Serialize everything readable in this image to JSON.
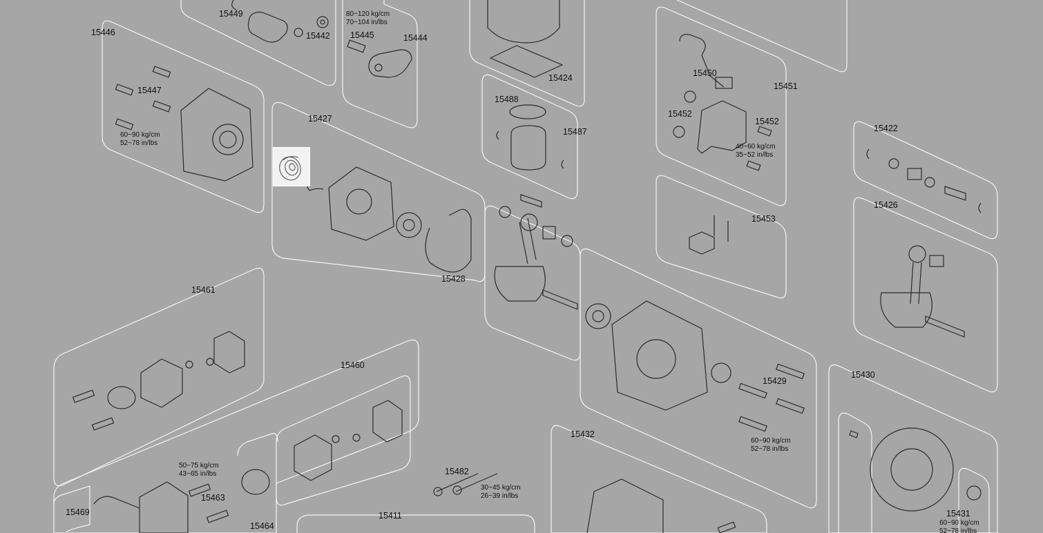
{
  "parts": {
    "p15449": "15449",
    "p15442": "15442",
    "p15445": "15445",
    "p15444": "15444",
    "p15446": "15446",
    "p15447": "15447",
    "p15427": "15427",
    "p15424": "15424",
    "p15488": "15488",
    "p15487": "15487",
    "p15450": "15450",
    "p15451": "15451",
    "p15452a": "15452",
    "p15452b": "15452",
    "p15422": "15422",
    "p15426": "15426",
    "p15453": "15453",
    "p15428": "15428",
    "p15461": "15461",
    "p15460": "15460",
    "p15429": "15429",
    "p15430": "15430",
    "p15432": "15432",
    "p15482": "15482",
    "p15411": "15411",
    "p15463": "15463",
    "p15469": "15469",
    "p15464": "15464",
    "p15431": "15431"
  },
  "torques": {
    "t15445": {
      "kg": "80~120 kg/cm",
      "lb": "70~104 in/lbs"
    },
    "t15447": {
      "kg": "60~90 kg/cm",
      "lb": "52~78 in/lbs"
    },
    "t15452": {
      "kg": "40~60 kg/cm",
      "lb": "35~52 in/lbs"
    },
    "t15429": {
      "kg": "60~90 kg/cm",
      "lb": "52~78 in/lbs"
    },
    "t15463": {
      "kg": "50~75 kg/cm",
      "lb": "43~65 in/lbs"
    },
    "t15482": {
      "kg": "30~45 kg/cm",
      "lb": "26~39 in/lbs"
    },
    "t15431": {
      "kg": "60~90 kg/cm",
      "lb": "52~78 in/lbs"
    }
  }
}
